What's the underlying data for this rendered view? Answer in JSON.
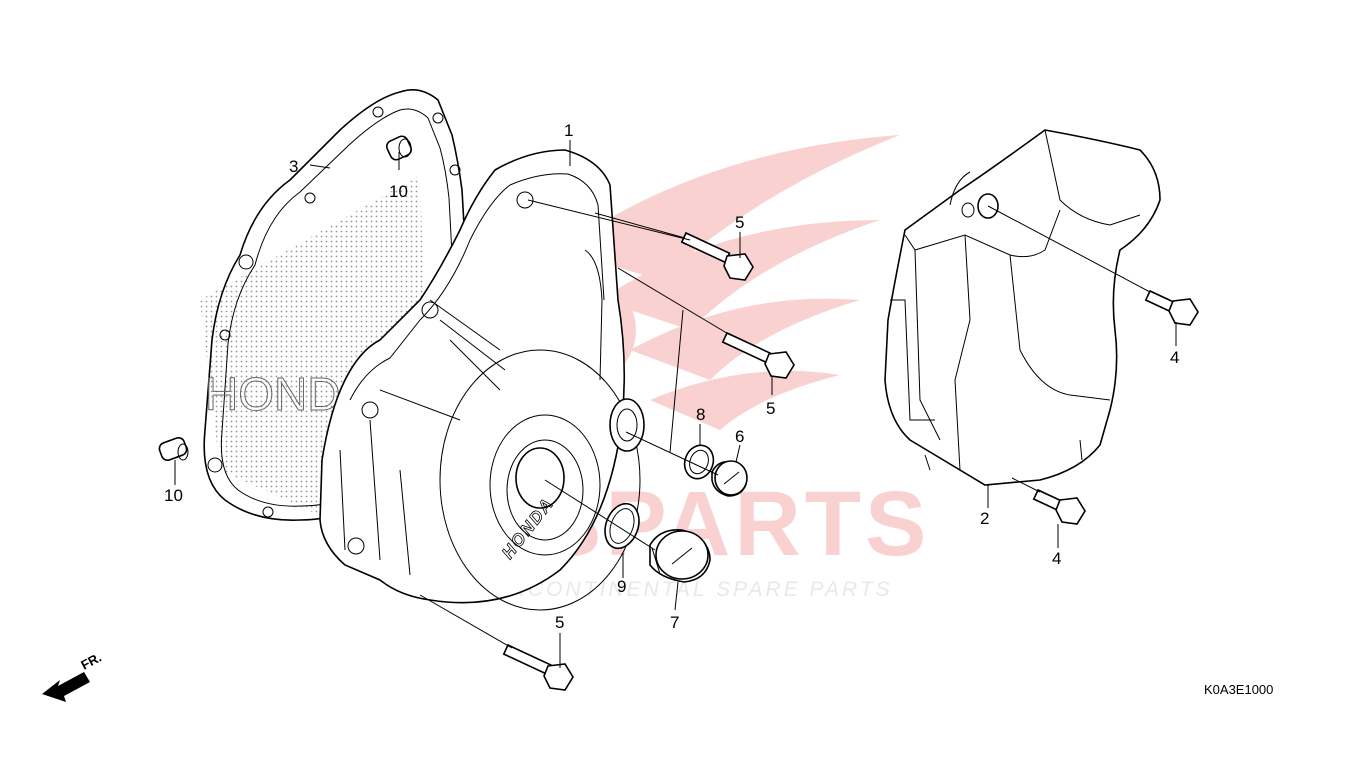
{
  "diagram_code": "K0A3E1000",
  "direction_label": "FR.",
  "emboss_text": "HONDA",
  "watermark": {
    "main_text": "ICSPARTS",
    "sub_text": "INTERCONTINENTAL SPARE PARTS",
    "accent_color": "#e8312f"
  },
  "callouts": [
    {
      "id": "c1",
      "label": "1"
    },
    {
      "id": "c2",
      "label": "2"
    },
    {
      "id": "c3",
      "label": "3"
    },
    {
      "id": "c4a",
      "label": "4"
    },
    {
      "id": "c4b",
      "label": "4"
    },
    {
      "id": "c5a",
      "label": "5"
    },
    {
      "id": "c5b",
      "label": "5"
    },
    {
      "id": "c5c",
      "label": "5"
    },
    {
      "id": "c6",
      "label": "6"
    },
    {
      "id": "c7",
      "label": "7"
    },
    {
      "id": "c8",
      "label": "8"
    },
    {
      "id": "c9",
      "label": "9"
    },
    {
      "id": "c10a",
      "label": "10"
    },
    {
      "id": "c10b",
      "label": "10"
    }
  ]
}
